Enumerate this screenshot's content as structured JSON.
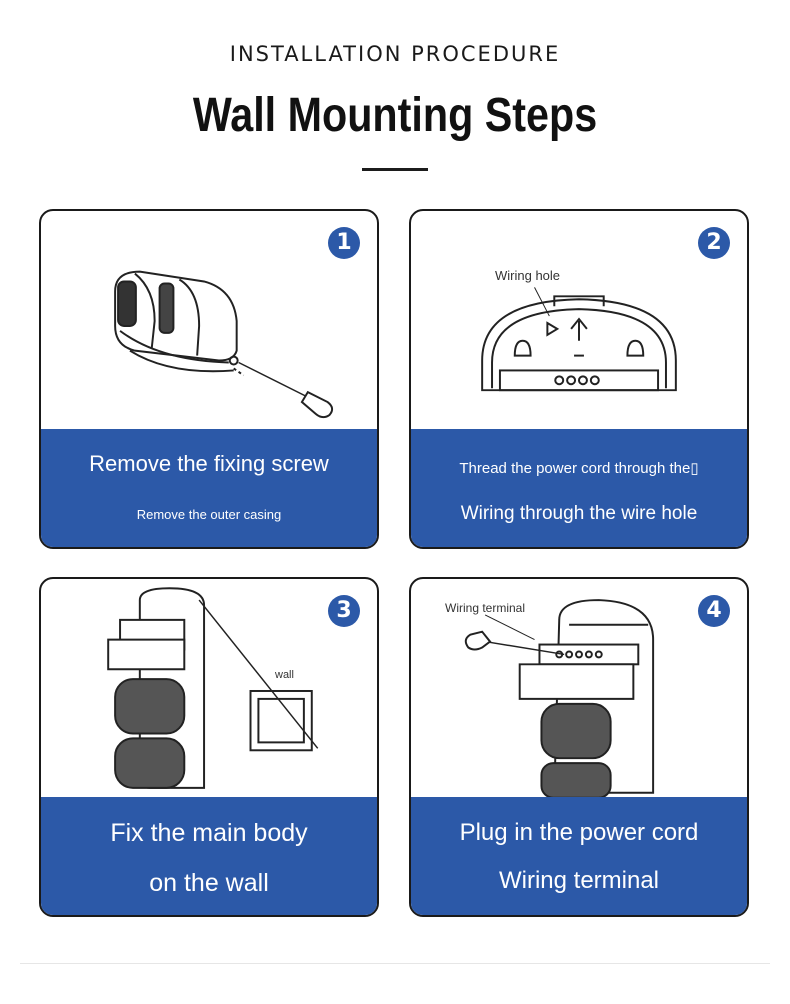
{
  "header": {
    "eyebrow": "INSTALLATION PROCEDURE",
    "title": "Wall Mounting Steps"
  },
  "colors": {
    "accent": "#2c59a8",
    "border": "#1a1a1a",
    "text": "#111111"
  },
  "steps": [
    {
      "number": "1",
      "main": "Remove the fixing screw",
      "sub": "Remove the outer casing",
      "label": ""
    },
    {
      "number": "2",
      "main": "Thread the power cord through the▯",
      "sub": "Wiring through the wire hole",
      "label": "Wiring hole"
    },
    {
      "number": "3",
      "main": "Fix the main body",
      "sub": "on the wall",
      "label": "wall"
    },
    {
      "number": "4",
      "main": "Plug in the power cord",
      "sub": "Wiring terminal",
      "label": "Wiring terminal"
    }
  ]
}
